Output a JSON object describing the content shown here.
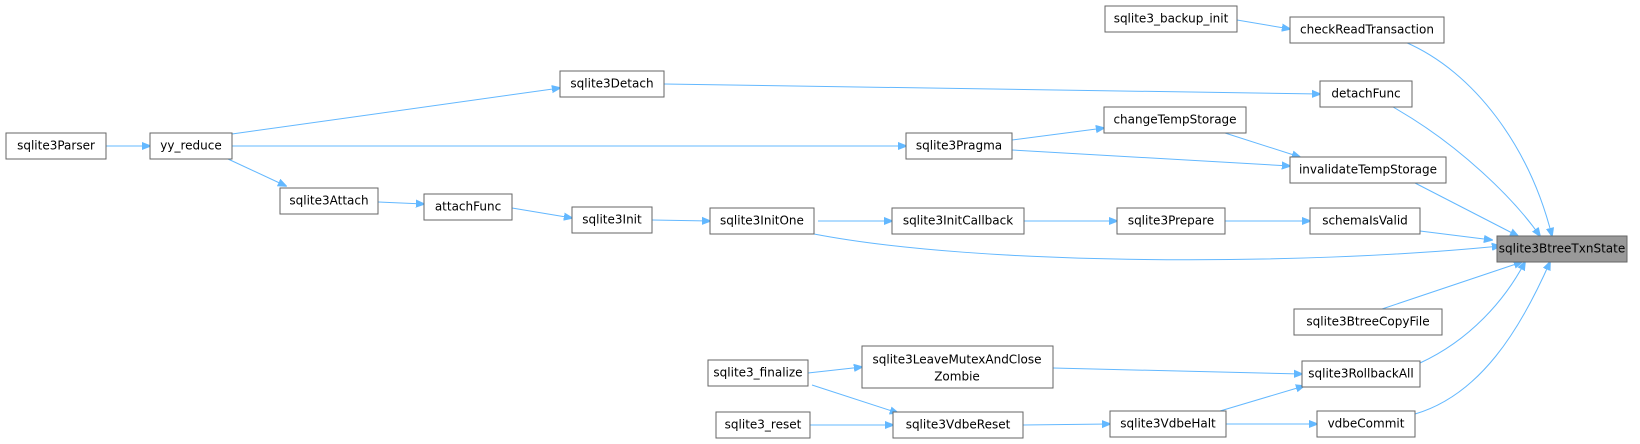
{
  "graph": {
    "nodes": {
      "root": "sqlite3BtreeTxnState",
      "backup_init": "sqlite3_backup_init",
      "checkRead": "checkReadTransaction",
      "detach": "sqlite3Detach",
      "detachFunc": "detachFunc",
      "parser": "sqlite3Parser",
      "yyreduce": "yy_reduce",
      "changeTemp": "changeTempStorage",
      "pragma": "sqlite3Pragma",
      "invalidate": "invalidateTempStorage",
      "attach": "sqlite3Attach",
      "attachFunc": "attachFunc",
      "init": "sqlite3Init",
      "initOne": "sqlite3InitOne",
      "initCallback": "sqlite3InitCallback",
      "prepare": "sqlite3Prepare",
      "schemaValid": "schemaIsValid",
      "copyFile": "sqlite3BtreeCopyFile",
      "finalize": "sqlite3_finalize",
      "leaveMutex_1": "sqlite3LeaveMutexAndClose",
      "leaveMutex_2": "Zombie",
      "rollbackAll": "sqlite3RollbackAll",
      "reset": "sqlite3_reset",
      "vdbeReset": "sqlite3VdbeReset",
      "vdbeHalt": "sqlite3VdbeHalt",
      "vdbeCommit": "vdbeCommit"
    },
    "edges": [
      [
        "backup_init",
        "checkRead"
      ],
      [
        "checkRead",
        "root"
      ],
      [
        "detach",
        "detachFunc"
      ],
      [
        "detachFunc",
        "root"
      ],
      [
        "parser",
        "yyreduce"
      ],
      [
        "yyreduce",
        "detach"
      ],
      [
        "yyreduce",
        "pragma"
      ],
      [
        "yyreduce",
        "attach"
      ],
      [
        "pragma",
        "changeTemp"
      ],
      [
        "pragma",
        "invalidate"
      ],
      [
        "changeTemp",
        "invalidate"
      ],
      [
        "invalidate",
        "root"
      ],
      [
        "attach",
        "attachFunc"
      ],
      [
        "attachFunc",
        "init"
      ],
      [
        "init",
        "initOne"
      ],
      [
        "initOne",
        "initCallback"
      ],
      [
        "initOne",
        "root"
      ],
      [
        "initCallback",
        "prepare"
      ],
      [
        "prepare",
        "schemaValid"
      ],
      [
        "schemaValid",
        "root"
      ],
      [
        "copyFile",
        "root"
      ],
      [
        "finalize",
        "leaveMutex"
      ],
      [
        "finalize",
        "vdbeReset"
      ],
      [
        "leaveMutex",
        "rollbackAll"
      ],
      [
        "rollbackAll",
        "root"
      ],
      [
        "reset",
        "vdbeReset"
      ],
      [
        "vdbeReset",
        "vdbeHalt"
      ],
      [
        "vdbeHalt",
        "rollbackAll"
      ],
      [
        "vdbeHalt",
        "vdbeCommit"
      ],
      [
        "vdbeCommit",
        "root"
      ]
    ]
  },
  "colors": {
    "edge": "#63b8ff",
    "node_border": "#666666",
    "root_fill": "#999999"
  }
}
